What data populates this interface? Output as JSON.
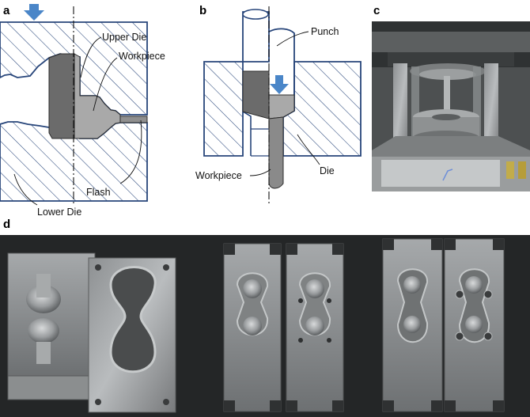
{
  "panels": {
    "a": {
      "letter": "a",
      "labels": {
        "upper_die": "Upper Die",
        "workpiece": "Workpiece",
        "flash": "Flash",
        "lower_die": "Lower Die"
      }
    },
    "b": {
      "letter": "b",
      "labels": {
        "punch": "Punch",
        "die": "Die",
        "workpiece": "Workpiece"
      }
    },
    "c": {
      "letter": "c"
    },
    "d": {
      "letter": "d"
    }
  },
  "colors": {
    "die_outline": "#27457a",
    "arrow": "#4a86c8",
    "workpiece_dark": "#6b6b6b",
    "workpiece_light": "#a9a9a9"
  }
}
